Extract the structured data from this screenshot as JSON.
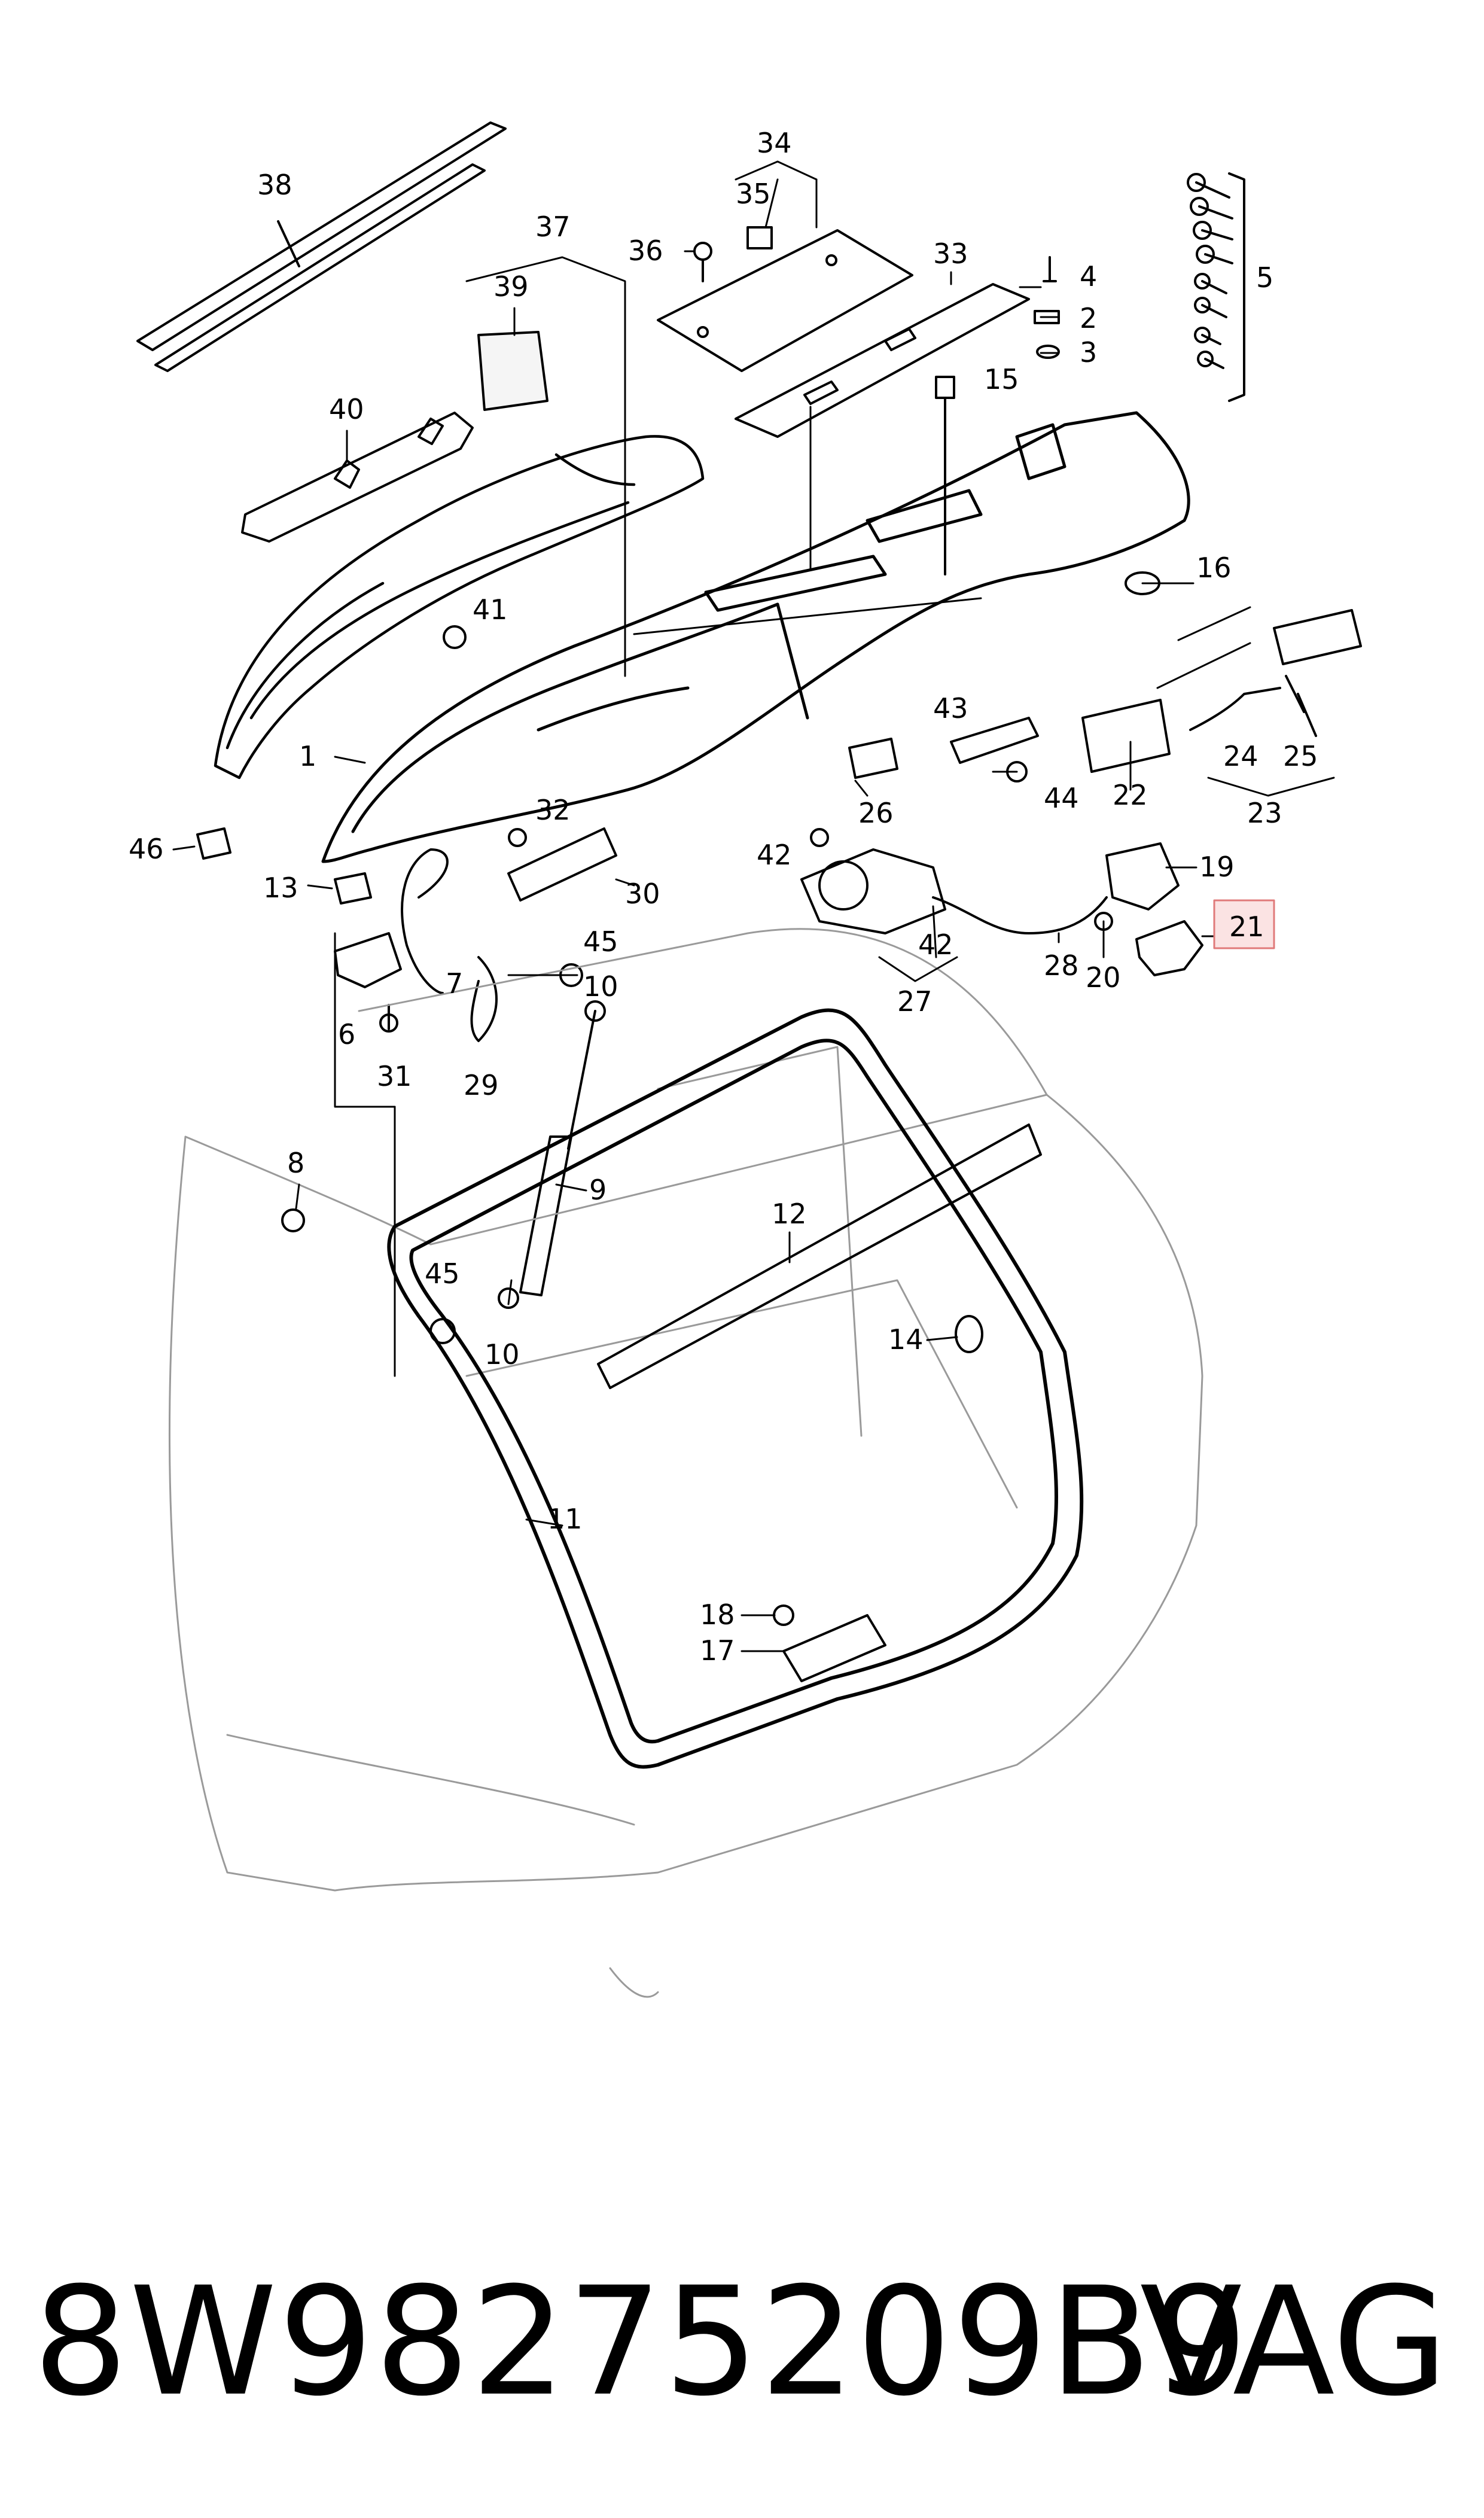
{
  "diagram": {
    "callouts": [
      "1",
      "2",
      "3",
      "4",
      "5",
      "6",
      "7",
      "8",
      "9",
      "10",
      "10",
      "11",
      "12",
      "13",
      "14",
      "15",
      "16",
      "17",
      "18",
      "19",
      "20",
      "21",
      "23",
      "24",
      "25",
      "26",
      "27",
      "28",
      "29",
      "30",
      "31",
      "32",
      "33",
      "34",
      "35",
      "36",
      "37",
      "38",
      "39",
      "40",
      "41",
      "42",
      "42",
      "43",
      "44",
      "45",
      "45",
      "46",
      "22"
    ],
    "highlighted_callout": "21",
    "highlight_color": "#f4c6c6",
    "highlight_border": "#e07a7a"
  },
  "footer": {
    "part_number": "8W98275209B9",
    "brand": "VAG"
  }
}
